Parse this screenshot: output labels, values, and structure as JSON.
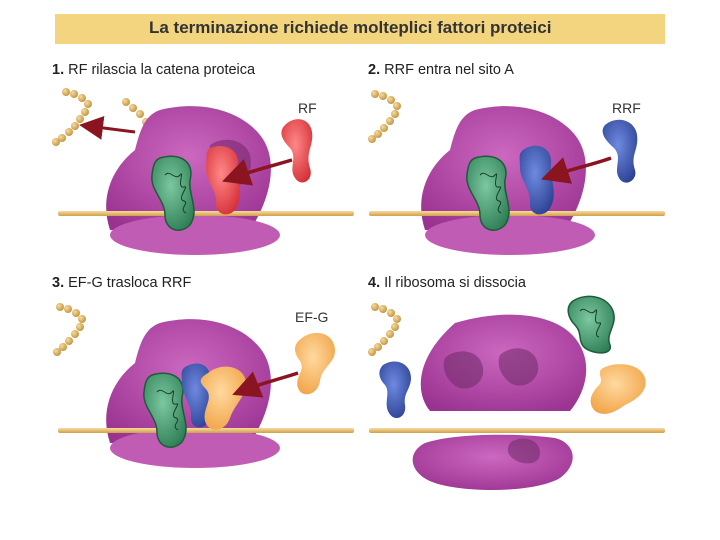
{
  "title": "La terminazione richiede molteplici fattori proteici",
  "panels": [
    {
      "num": "1.",
      "caption": "RF rilascia la catena proteica",
      "factor": "RF"
    },
    {
      "num": "2.",
      "caption": "RRF entra nel sito A",
      "factor": "RRF"
    },
    {
      "num": "3.",
      "caption": "EF-G trasloca RRF",
      "factor": "EF-G"
    },
    {
      "num": "4.",
      "caption": "Il ribosoma si dissocia"
    }
  ],
  "colors": {
    "ribosome": "#b44aa8",
    "mrna": "#e8c070",
    "trna": "#3f9a6e",
    "rf": "#e84a4a",
    "rrf": "#3f5fb0",
    "efg": "#f3b35a",
    "arrow": "#8a1420",
    "title_bg": "#f2d57e"
  }
}
